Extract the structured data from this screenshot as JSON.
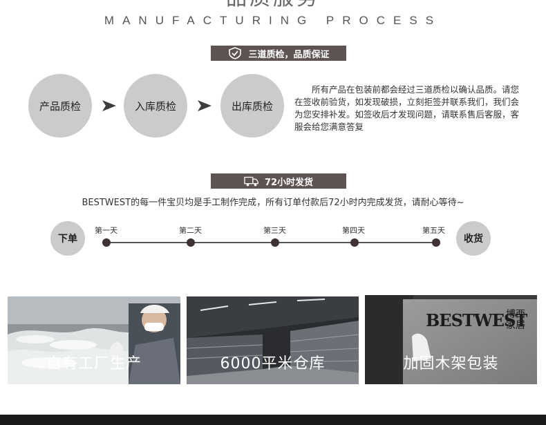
{
  "header": {
    "title_cn": "品质服务",
    "title_en": "MANUFACTURING PROCESS"
  },
  "qc": {
    "banner": "三道质检，品质保证",
    "steps": [
      "产品质检",
      "入库质检",
      "出库质检"
    ],
    "description": "所有产品在包装前都会经过三道质检以确认品质。请您在签收前验货，如发现破损，立刻拒签并联系我们，我们会为您安排补发。如签收后才发现问题，请联系售后客服，客服会给您满意答复"
  },
  "shipping": {
    "banner": "72小时发货",
    "statement": "BESTWEST的每一件宝贝均是手工制作完成，所有订单付款后72小时内完成发货，请耐心等待~",
    "start": "下单",
    "end": "收货",
    "days": [
      "第一天",
      "第二天",
      "第三天",
      "第四天",
      "第五天"
    ]
  },
  "photos": [
    {
      "caption": "自有工厂生产"
    },
    {
      "caption": "6000平米仓库"
    },
    {
      "caption": "加固木架包装",
      "brand": "BESTWEST",
      "brand_cn": "博西家居"
    }
  ]
}
